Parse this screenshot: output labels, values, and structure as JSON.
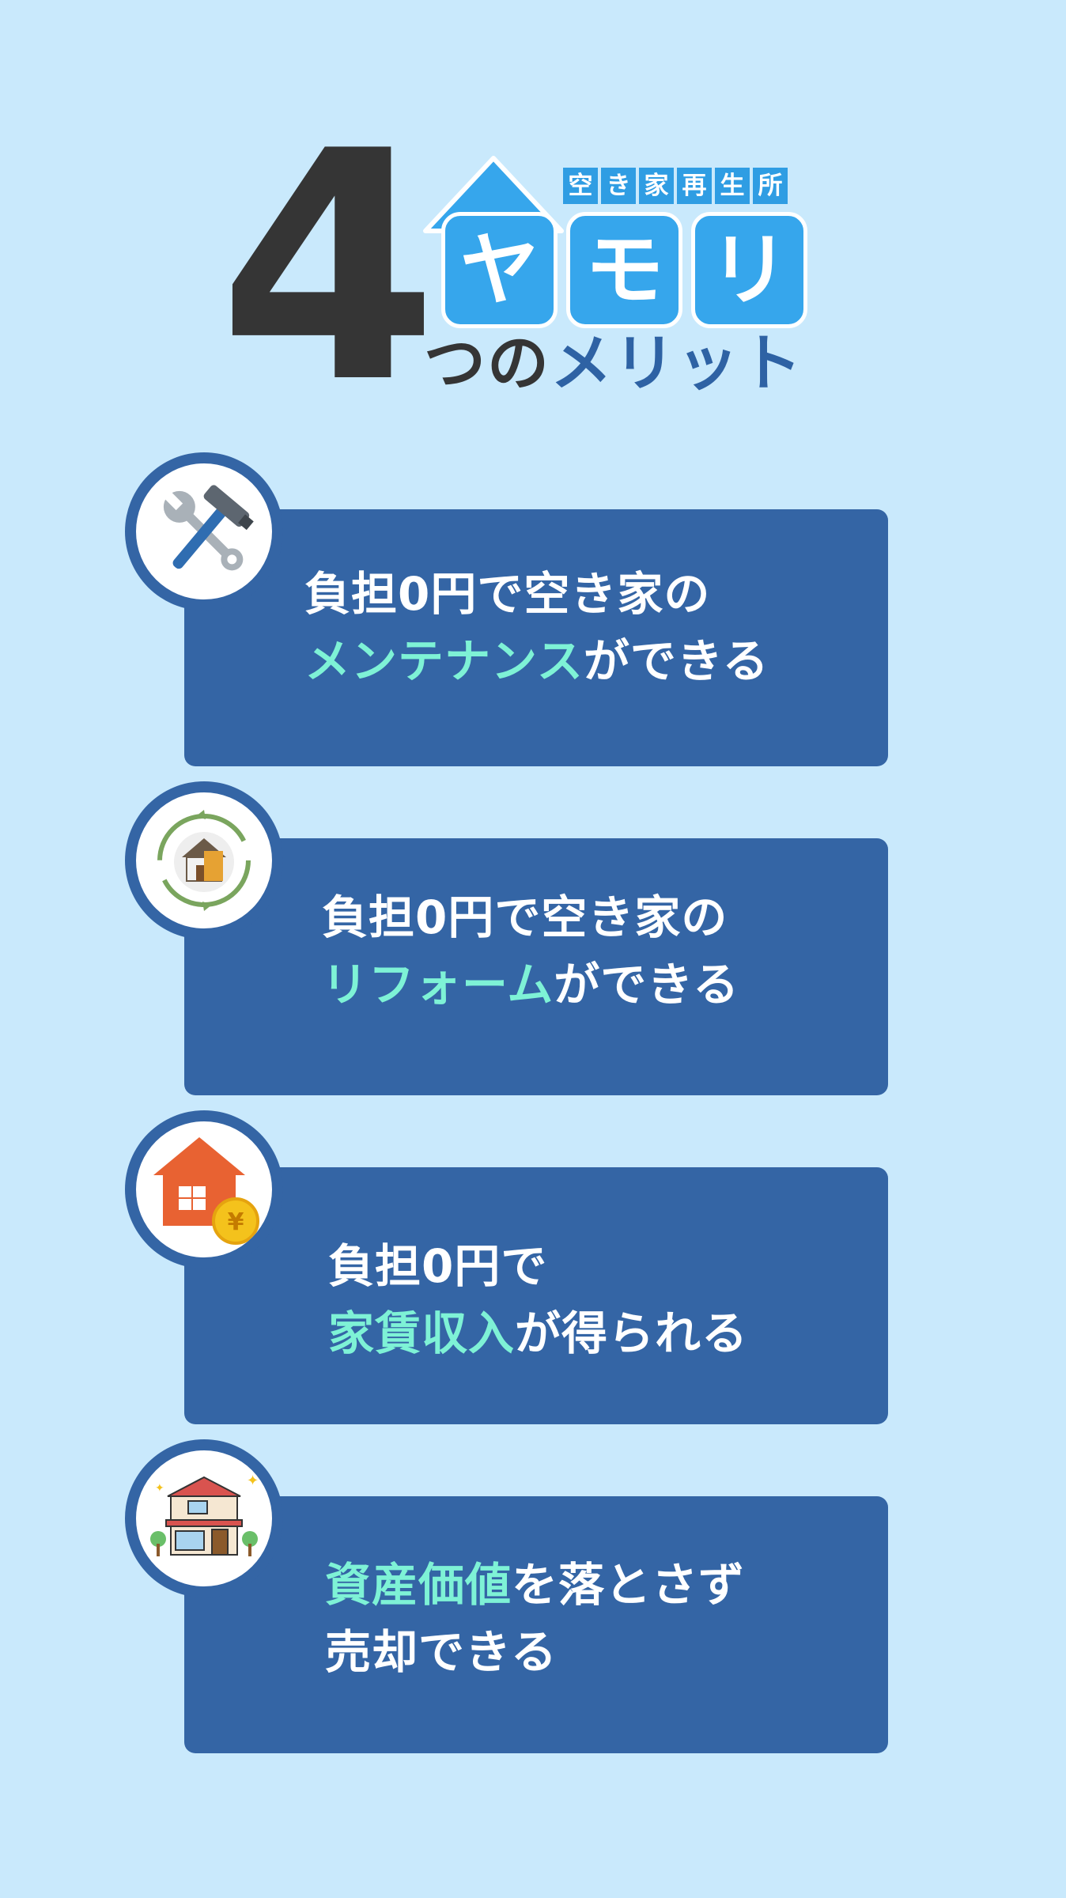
{
  "header": {
    "number": "4",
    "brand_sub": [
      "空",
      "き",
      "家",
      "再",
      "生",
      "所"
    ],
    "brand_chars": [
      "ヤ",
      "モ",
      "リ"
    ],
    "tagline_prefix": "つの",
    "tagline_highlight": "メリット"
  },
  "items": [
    {
      "icon": "tools-icon",
      "line1": "負担0円で空き家の",
      "line2_highlight": "メンテナンス",
      "line2_rest": "ができる"
    },
    {
      "icon": "renovation-house-icon",
      "line1": "負担0円で空き家の",
      "line2_highlight": "リフォーム",
      "line2_rest": "ができる"
    },
    {
      "icon": "house-yen-icon",
      "line1": "負担0円で",
      "line2_highlight": "家賃収入",
      "line2_rest": "が得られる"
    },
    {
      "icon": "building-icon",
      "line1_highlight": "資産価値",
      "line1_rest": "を落とさず",
      "line2": "売却できる"
    }
  ],
  "colors": {
    "background": "#c9e9fc",
    "card": "#3465a5",
    "highlight": "#7ef2d6",
    "logo_blue": "#36a6ec",
    "dark_text": "#353535"
  }
}
